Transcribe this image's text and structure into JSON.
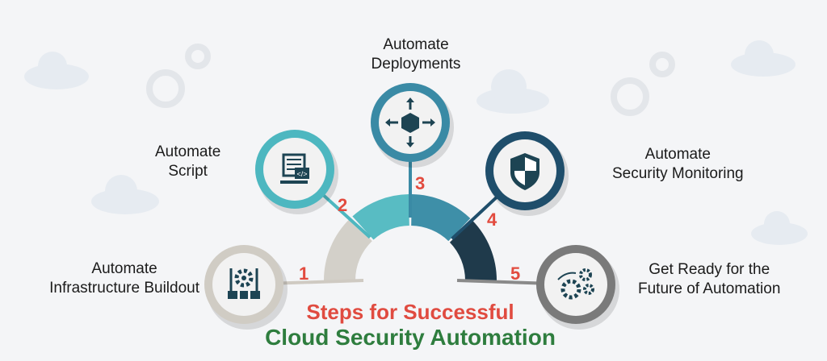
{
  "title": {
    "line1": "Steps for Successful",
    "line2": "Cloud Security Automation"
  },
  "colors": {
    "title_red": "#e04b40",
    "title_green": "#2e7d3e",
    "number": "#e24b3f"
  },
  "steps": [
    {
      "number": "1",
      "line1": "Automate",
      "line2": "Infrastructure Buildout",
      "icon": "infrastructure-gear-icon",
      "color": "#d0ccc4"
    },
    {
      "number": "2",
      "line1": "Automate",
      "line2": "Script",
      "icon": "script-code-icon",
      "color": "#4db7c0"
    },
    {
      "number": "3",
      "line1": "Automate",
      "line2": "Deployments",
      "icon": "deployment-cube-icon",
      "color": "#3a8aa5"
    },
    {
      "number": "4",
      "line1": "Automate",
      "line2": "Security Monitoring",
      "icon": "shield-icon",
      "color": "#1f4e6b"
    },
    {
      "number": "5",
      "line1": "Get Ready for the",
      "line2": "Future of Automation",
      "icon": "gears-icon",
      "color": "#7a7a7a"
    }
  ]
}
